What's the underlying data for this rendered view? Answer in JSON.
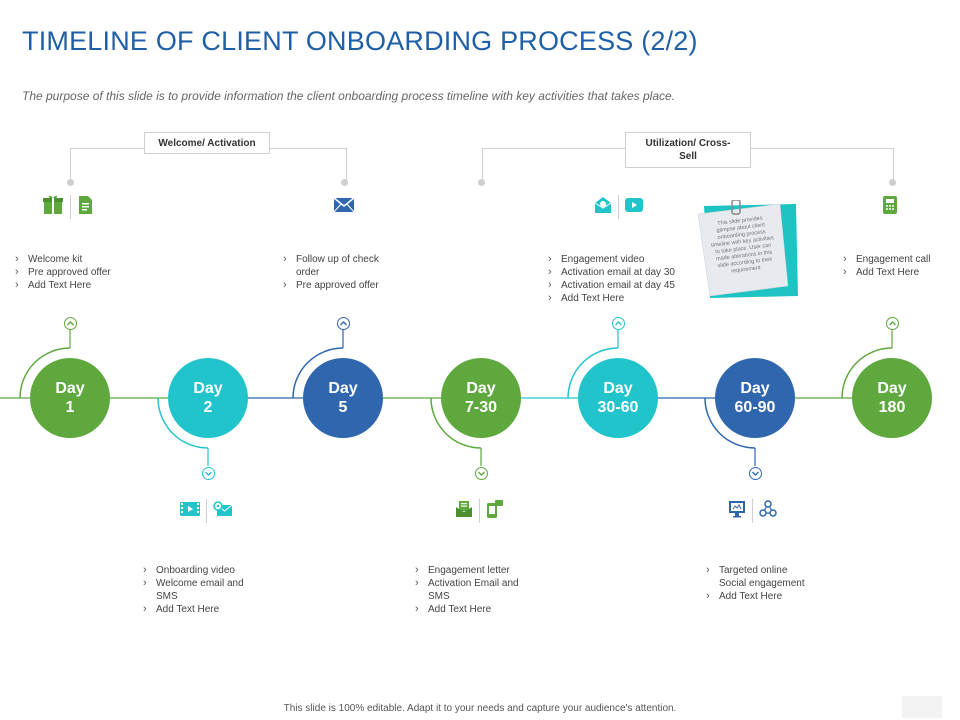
{
  "title": "TIMELINE OF CLIENT ONBOARDING PROCESS (2/2)",
  "subtitle": "The purpose of this slide is to provide information the client onboarding process timeline with key activities that takes place.",
  "phases": {
    "welcome": "Welcome/ Activation",
    "utilization_line1": "Utilization/ Cross-",
    "utilization_line2": "Sell"
  },
  "days": [
    {
      "line1": "Day",
      "line2": "1",
      "color": "#5ea83e"
    },
    {
      "line1": "Day",
      "line2": "2",
      "color": "#22c4cc"
    },
    {
      "line1": "Day",
      "line2": "5",
      "color": "#2f66ad"
    },
    {
      "line1": "Day",
      "line2": "7-30",
      "color": "#5ea83e"
    },
    {
      "line1": "Day",
      "line2": "30-60",
      "color": "#22c4cc"
    },
    {
      "line1": "Day",
      "line2": "60-90",
      "color": "#2f66ad"
    },
    {
      "line1": "Day",
      "line2": "180",
      "color": "#5ea83e"
    }
  ],
  "top_lists": {
    "day1": [
      "Welcome kit",
      "Pre approved offer",
      "Add Text Here"
    ],
    "day5": [
      "Follow up of check order",
      "Pre approved offer"
    ],
    "day30": [
      "Engagement video",
      "Activation email at day 30",
      "Activation email at day 45",
      "Add Text Here"
    ],
    "day180": [
      "Engagement call",
      "Add Text Here"
    ]
  },
  "bottom_lists": {
    "day2": [
      "Onboarding video",
      "Welcome email and SMS",
      "Add Text Here"
    ],
    "day7": [
      "Engagement letter",
      "Activation Email and SMS",
      "Add Text Here"
    ],
    "day60": [
      "Targeted online Social engagement",
      "Add Text Here"
    ]
  },
  "note_text": "This slide provides glimpse about client onboarding process timeline with key activities to take place. User can made alterations in this slide according to their requirement",
  "icons": [
    "gift-icon",
    "document-icon",
    "envelope-icon",
    "email-open-icon",
    "video-play-icon",
    "phone-icon",
    "video-icon",
    "email-at-icon",
    "letter-icon",
    "mobile-message-icon",
    "monitor-icon",
    "social-network-icon"
  ],
  "footer": "This slide is 100% editable. Adapt it to your needs and capture your audience's attention."
}
